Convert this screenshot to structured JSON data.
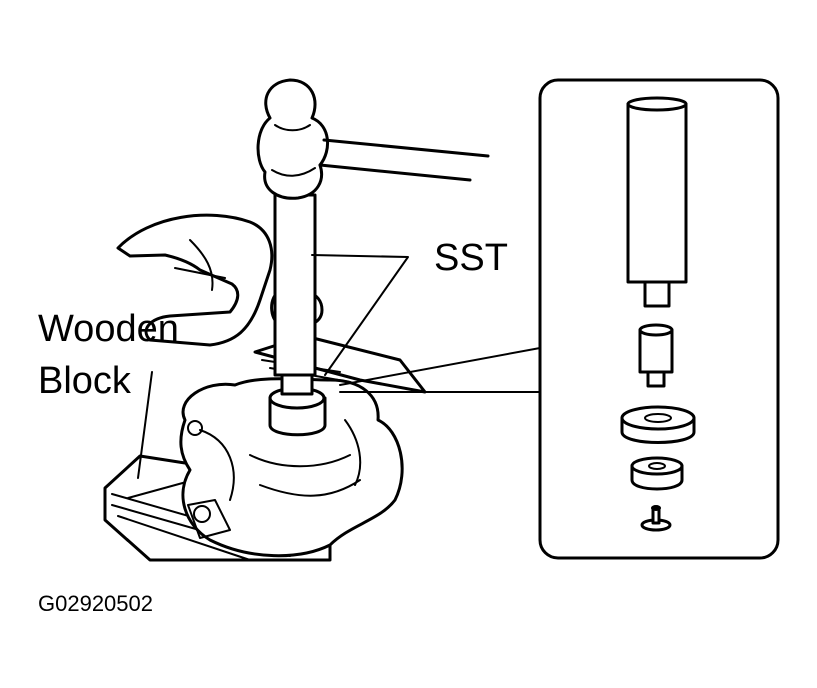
{
  "labels": {
    "sst": "SST",
    "wooden_block_line1": "Wooden",
    "wooden_block_line2": "Block",
    "figure_code": "G02920502"
  },
  "colors": {
    "ink": "#000000",
    "paper": "#ffffff"
  }
}
